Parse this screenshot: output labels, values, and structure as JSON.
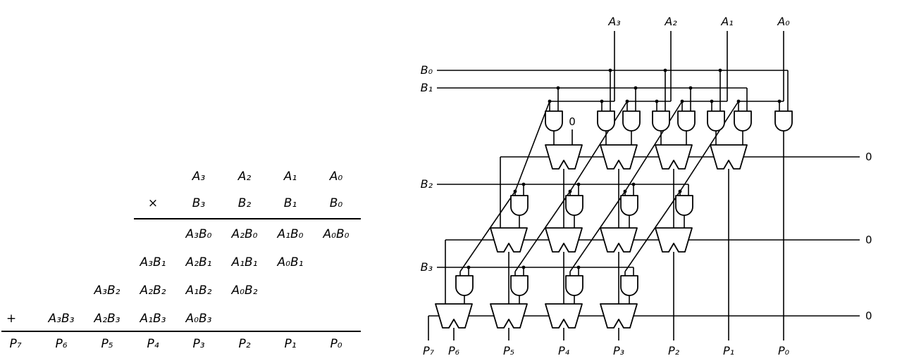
{
  "left_panel": {
    "multiplicand": [
      "A₃",
      "A₂",
      "A₁",
      "A₀"
    ],
    "times_sign": "×",
    "multiplier": [
      "B₃",
      "B₂",
      "B₁",
      "B₀"
    ],
    "partial_products": [
      [
        "A₃B₀",
        "A₂B₀",
        "A₁B₀",
        "A₀B₀"
      ],
      [
        "A₃B₁",
        "A₂B₁",
        "A₁B₁",
        "A₀B₁"
      ],
      [
        "A₃B₂",
        "A₂B₂",
        "A₁B₂",
        "A₀B₂"
      ],
      [
        "A₃B₃",
        "A₂B₃",
        "A₁B₃",
        "A₀B₃"
      ]
    ],
    "plus_sign": "+",
    "product": [
      "P₇",
      "P₆",
      "P₅",
      "P₄",
      "P₃",
      "P₂",
      "P₁",
      "P₀"
    ]
  },
  "circuit": {
    "a_inputs": [
      "A₃",
      "A₂",
      "A₁",
      "A₀"
    ],
    "b_inputs": [
      "B₀",
      "B₁",
      "B₂",
      "B₃"
    ],
    "p_outputs": [
      "P₇",
      "P₆",
      "P₅",
      "P₄",
      "P₃",
      "P₂",
      "P₁",
      "P₀"
    ],
    "zero_first_adder_input": "0",
    "carry_in_zeros": [
      "0",
      "0",
      "0"
    ]
  },
  "colors": {
    "background": "#ffffff",
    "ink": "#000000"
  }
}
